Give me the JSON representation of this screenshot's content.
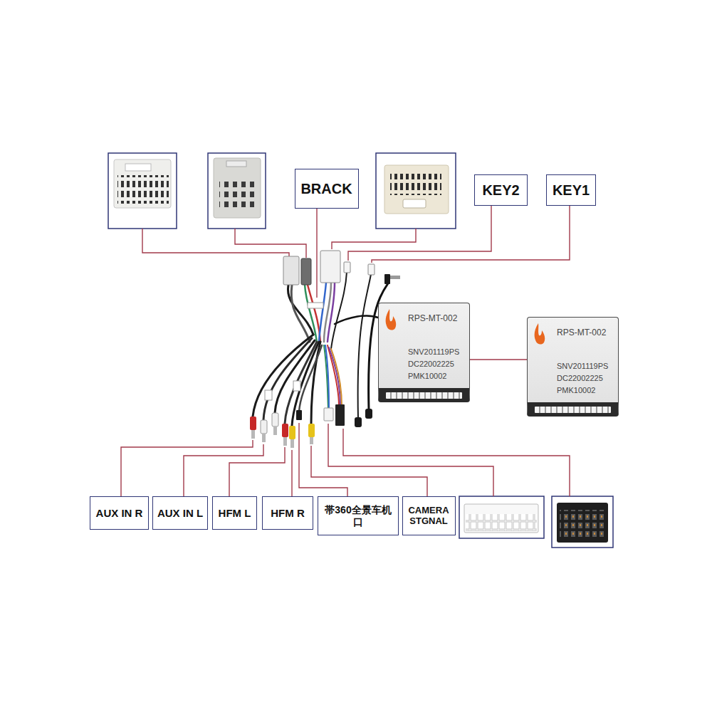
{
  "diagram": {
    "nodes": [
      {
        "text": [
          "BRACK"
        ]
      },
      {
        "text": [
          "KEY2"
        ]
      },
      {
        "text": [
          "KEY1"
        ]
      },
      {
        "text": [
          "RPS-MT-002",
          "SNV201119PS",
          "DC22002225",
          "PMK10002"
        ]
      },
      {
        "text": [
          "RPS-MT-002",
          "SNV201119PS",
          "DC22002225",
          "PMK10002"
        ]
      },
      {
        "text": [
          "AUX IN R"
        ]
      },
      {
        "text": [
          "AUX IN L"
        ]
      },
      {
        "text": [
          "HFM L"
        ]
      },
      {
        "text": [
          "HFM R"
        ]
      },
      {
        "text": [
          "帯360全景车机口"
        ]
      },
      {
        "text": [
          "CAMERA STGNAL"
        ]
      }
    ],
    "edges": [
      {
        "from": 3,
        "to": 4,
        "arrow": "none"
      }
    ]
  }
}
